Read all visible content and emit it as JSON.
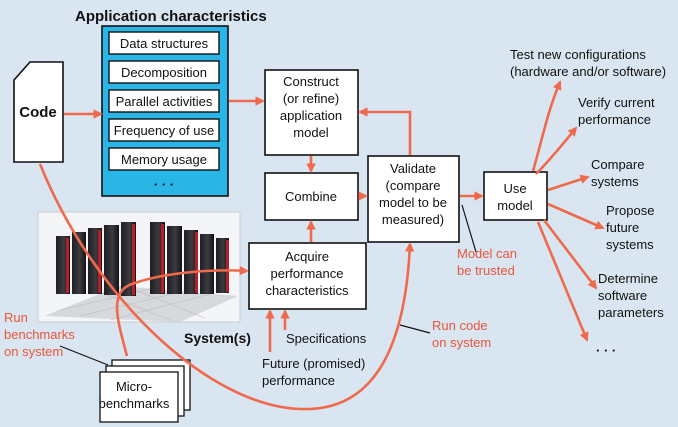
{
  "app_characteristics": {
    "title": "Application characteristics",
    "items": [
      "Data structures",
      "Decomposition",
      "Parallel activities",
      "Frequency of use",
      "Memory usage"
    ],
    "more": "· · ·"
  },
  "code": "Code",
  "construct": [
    "Construct",
    "(or refine)",
    "application",
    "model"
  ],
  "combine": "Combine",
  "validate": [
    "Validate",
    "(compare",
    "model to be",
    "measured)"
  ],
  "use_model": [
    "Use",
    "model"
  ],
  "acquire": [
    "Acquire",
    "performance",
    "characteristics"
  ],
  "systems": "System(s)",
  "specifications": "Specifications",
  "future": [
    "Future (promised)",
    "performance"
  ],
  "micro": [
    "Micro-",
    "benchmarks"
  ],
  "run_benchmarks": [
    "Run",
    "benchmarks",
    "on system"
  ],
  "run_code": [
    "Run code",
    "on system"
  ],
  "trusted": [
    "Model can",
    "be trusted"
  ],
  "outputs": {
    "test": [
      "Test new configurations",
      "(hardware and/or software)"
    ],
    "verify": [
      "Verify current",
      "performance"
    ],
    "compare": [
      "Compare",
      "systems"
    ],
    "propose": [
      "Propose",
      "future",
      "systems"
    ],
    "determine": [
      "Determine",
      "software",
      "parameters"
    ],
    "more": "· · ·"
  },
  "colors": {
    "background": "#d9e6f2",
    "app_panel": "#29b5e6",
    "arrow": "#ef6a4c",
    "label": "#e8553a"
  }
}
